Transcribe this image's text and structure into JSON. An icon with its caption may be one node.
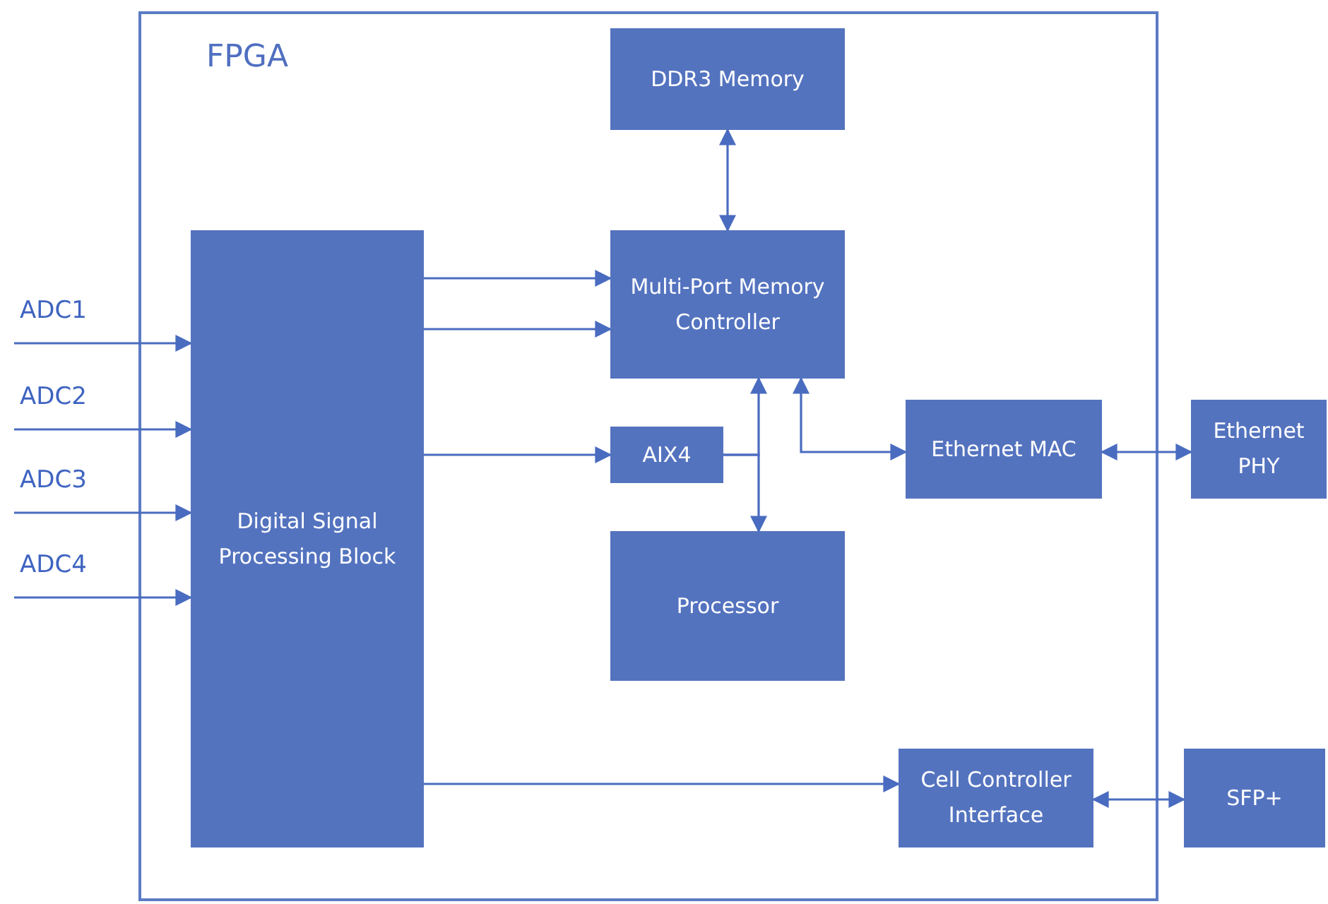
{
  "diagram": {
    "nodes": [
      {
        "text": [
          "FPGA"
        ]
      },
      {
        "text": [
          "DDR3 Memory"
        ],
        "in": 0
      },
      {
        "text": [
          "Digital Signal Processing Block"
        ],
        "in": 0
      },
      {
        "text": [
          "Multi-Port Memory Controller"
        ],
        "in": 0
      },
      {
        "text": [
          "AIX4"
        ],
        "in": 0
      },
      {
        "text": [
          "Ethernet MAC"
        ],
        "in": 0
      },
      {
        "text": [
          "Ethernet PHY"
        ]
      },
      {
        "text": [
          "Processor"
        ],
        "in": 0
      },
      {
        "text": [
          "Cell Controller Interface"
        ],
        "in": 0
      },
      {
        "text": [
          "SFP+"
        ]
      }
    ],
    "edges": [
      {
        "from": null,
        "to": 2,
        "arrow": "to",
        "label": "ADC1"
      },
      {
        "from": null,
        "to": 2,
        "arrow": "to",
        "label": "ADC2"
      },
      {
        "from": null,
        "to": 2,
        "arrow": "to",
        "label": "ADC3"
      },
      {
        "from": null,
        "to": 2,
        "arrow": "to",
        "label": "ADC4"
      },
      {
        "from": 2,
        "to": 3,
        "arrow": "to"
      },
      {
        "from": 2,
        "to": 3,
        "arrow": "to"
      },
      {
        "from": 2,
        "to": 4,
        "arrow": "to"
      },
      {
        "from": 1,
        "to": 3,
        "arrow": "both"
      },
      {
        "from": 4,
        "to": 3,
        "arrow": "to"
      },
      {
        "from": 4,
        "to": 7,
        "arrow": "to"
      },
      {
        "from": 3,
        "to": 5,
        "arrow": "both"
      },
      {
        "from": 5,
        "to": 6,
        "arrow": "both"
      },
      {
        "from": 2,
        "to": 8,
        "arrow": "to"
      },
      {
        "from": 8,
        "to": 9,
        "arrow": "both"
      }
    ]
  }
}
